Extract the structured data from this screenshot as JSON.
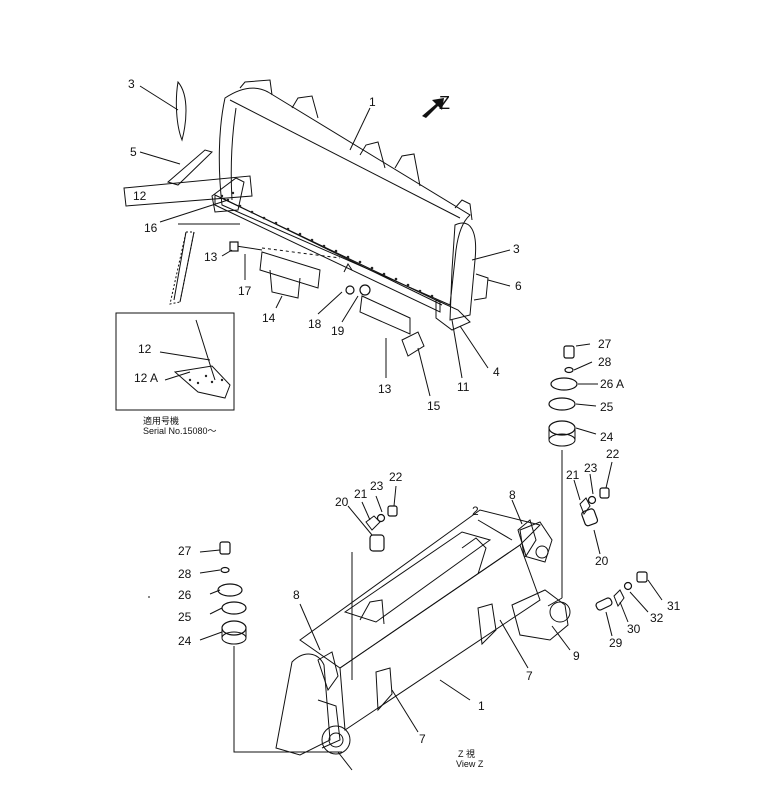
{
  "diagram": {
    "view_arrow_label": "Z",
    "serial_jp": "適用号機",
    "serial_en": "Serial No.15080～",
    "view_jp": "Z 視",
    "view_en": "View Z",
    "callouts": {
      "c_top_1": "1",
      "c_top_3a": "3",
      "c_top_5": "5",
      "c_top_12": "12",
      "c_top_16": "16",
      "c_top_13a": "13",
      "c_top_17": "17",
      "c_top_14": "14",
      "c_top_18": "18",
      "c_top_19": "19",
      "c_top_13b": "13",
      "c_top_15": "15",
      "c_top_11": "11",
      "c_top_4": "4",
      "c_top_6": "6",
      "c_top_3b": "3",
      "c_inset_12": "12",
      "c_inset_12a": "12 A",
      "c_r_27": "27",
      "c_r_28": "28",
      "c_r_26a": "26 A",
      "c_r_25": "25",
      "c_r_24": "24",
      "c_r_21": "21",
      "c_r_23": "23",
      "c_r_22": "22",
      "c_r_20": "20",
      "c_r_29": "29",
      "c_r_30": "30",
      "c_r_32": "32",
      "c_r_31": "31",
      "c_r_9": "9",
      "c_m_20": "20",
      "c_m_21": "21",
      "c_m_23": "23",
      "c_m_22": "22",
      "c_m_2": "2",
      "c_m_8": "8",
      "c_l_27": "27",
      "c_l_28": "28",
      "c_l_26": "26",
      "c_l_25": "25",
      "c_l_24": "24",
      "c_l_8": "8",
      "c_b_7a": "7",
      "c_b_7b": "7",
      "c_b_1": "1"
    }
  }
}
